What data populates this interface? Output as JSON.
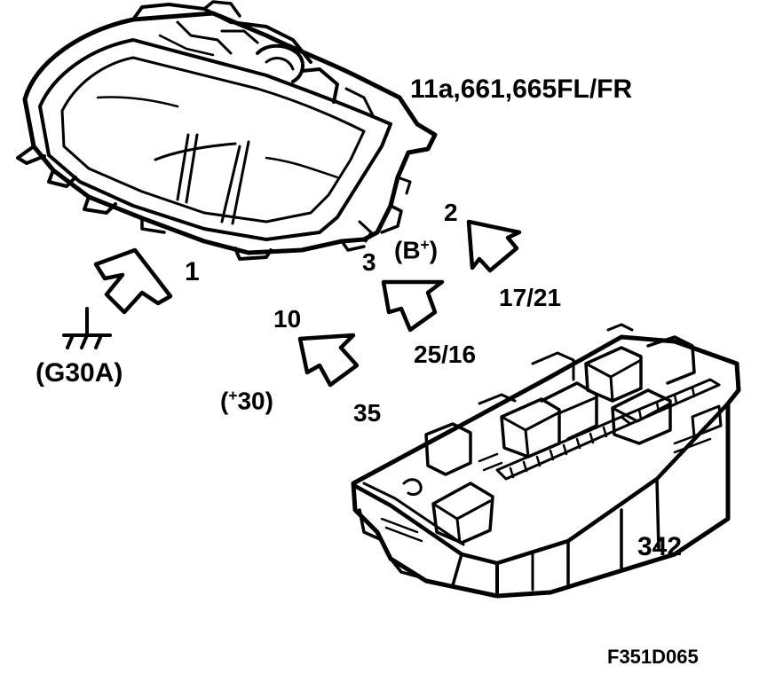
{
  "labels": {
    "headlamp_ref": "11a,661,665FL/FR",
    "callout_1": "1",
    "callout_2": "2",
    "callout_3": "3",
    "callout_10": "10",
    "ground_open": "(G30A",
    "ground_close": ")",
    "b_plus_open": "(B",
    "b_plus_sup": "+",
    "b_plus_close": ")",
    "plus30_open": "(",
    "plus30_sup": "+",
    "plus30_rest": "30)",
    "pin_17_21": "17/21",
    "pin_25_16": "25/16",
    "pin_35": "35",
    "relay_box_ref": "342",
    "figure_code": "F351D065"
  },
  "colors": {
    "ink": "#000000",
    "paper": "#ffffff"
  }
}
